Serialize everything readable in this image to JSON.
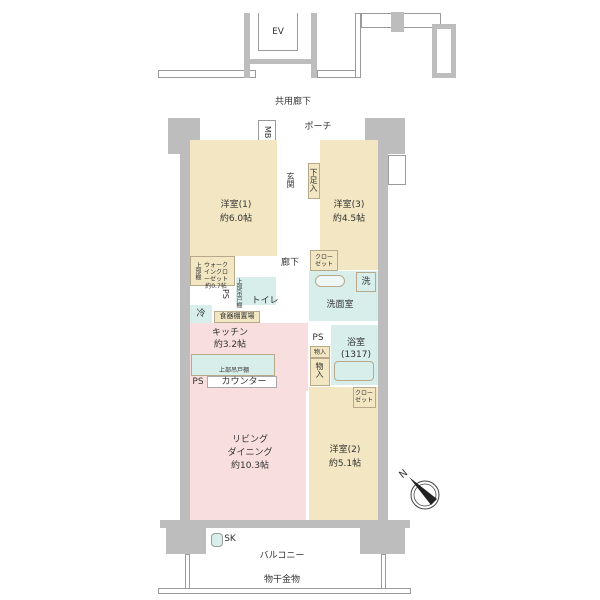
{
  "building": {
    "ev": "EV",
    "common_corridor": "共用廊下",
    "porch": "ポーチ",
    "mb": "MB"
  },
  "rooms": {
    "western1": {
      "name": "洋室(1)",
      "size": "約6.0帖"
    },
    "western2": {
      "name": "洋室(2)",
      "size": "約5.1帖"
    },
    "western3": {
      "name": "洋室(3)",
      "size": "約4.5帖"
    },
    "entrance": "玄関",
    "shoe_storage": "下足入",
    "hallway": "廊下",
    "closet": "クローゼット",
    "walk_in_closet": "ウォークインクローゼット約0.7帖",
    "upper_shelf": "上部棚",
    "upper_cabinet_toilet": "上部吊戸棚",
    "toilet": "トイレ",
    "ps": "PS",
    "fridge": "冷",
    "cupboard_space": "食器棚置場",
    "washer": "洗",
    "washroom": "洗面室",
    "bath": {
      "name": "浴室",
      "size": "(1317)"
    },
    "storage": "物入",
    "kitchen": {
      "name": "キッチン",
      "size": "約3.2帖"
    },
    "upper_cabinet": "上部吊戸棚",
    "counter": "カウンター",
    "ldk": {
      "line1": "リビング",
      "line2": "ダイニング",
      "size": "約10.3帖"
    },
    "balcony": "バルコニー",
    "sk": "SK",
    "laundry_hanger": "物干金物"
  },
  "compass": {
    "label": "N"
  },
  "colors": {
    "bedroom": "#f2e7c2",
    "living": "#f8dede",
    "wet_area": "#d7eeea",
    "wall": "#bdbdbd"
  }
}
